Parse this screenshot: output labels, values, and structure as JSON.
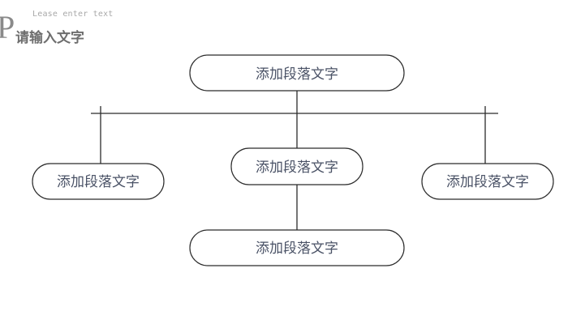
{
  "header": {
    "letter": "P",
    "subtitle": "Lease enter text",
    "title": "请输入文字"
  },
  "diagram": {
    "nodes": [
      {
        "id": "top",
        "label": "添加段落文字"
      },
      {
        "id": "center",
        "label": "添加段落文字"
      },
      {
        "id": "left",
        "label": "添加段落文字"
      },
      {
        "id": "right",
        "label": "添加段落文字"
      },
      {
        "id": "bottom",
        "label": "添加段落文字"
      }
    ]
  }
}
